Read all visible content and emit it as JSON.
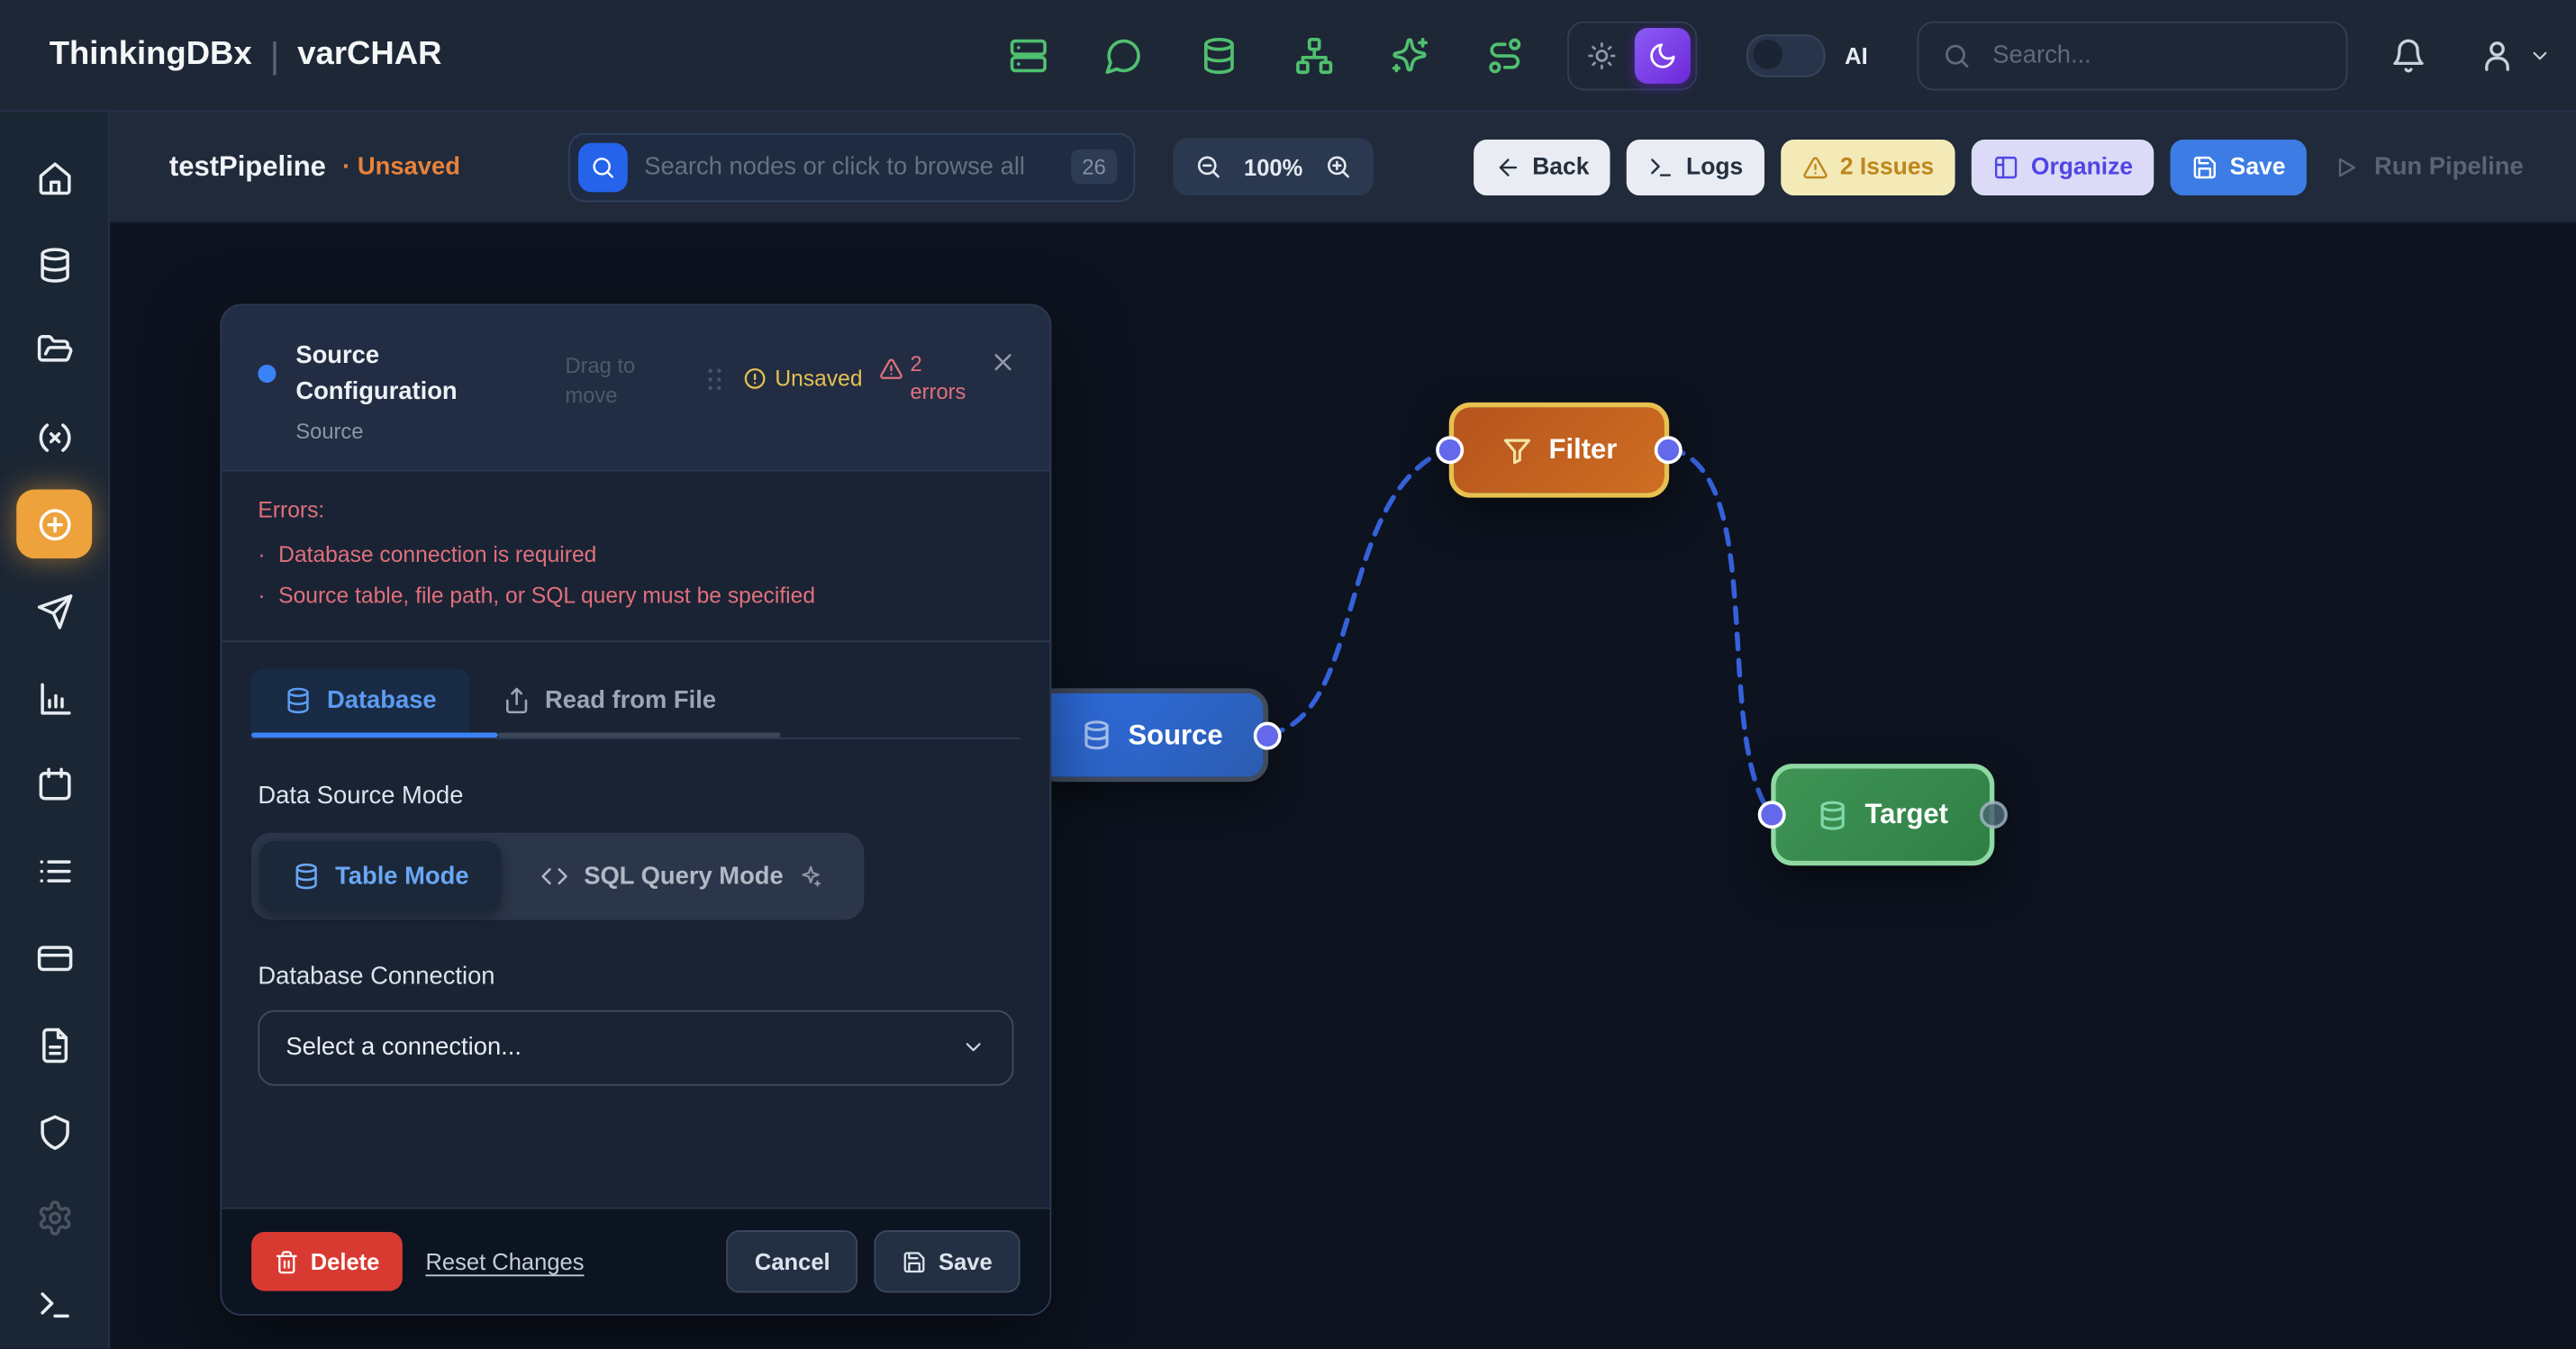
{
  "navbar": {
    "brand": "ThinkingDBx",
    "divider": "|",
    "product": "varCHAR",
    "icons": [
      "server-icon",
      "chat-icon",
      "database-icon",
      "sitemap-icon",
      "sparkles-icon",
      "route-icon"
    ],
    "theme": {
      "light": "sun-icon",
      "dark": "moon-icon",
      "active": "dark"
    },
    "ai_label": "AI",
    "search_placeholder": "Search..."
  },
  "sidebar": {
    "items": [
      "home",
      "database",
      "folder-open",
      "function",
      "add-node",
      "send",
      "chart",
      "calendar",
      "list",
      "card",
      "file",
      "shield",
      "settings",
      "terminal"
    ],
    "active_item": "add-node",
    "active_color": "#eda23b"
  },
  "toolbar": {
    "pipeline_name": "testPipeline",
    "status": "· Unsaved",
    "node_search_placeholder": "Search nodes or click to browse all",
    "node_count_badge": "26",
    "zoom_level": "100%",
    "back_label": "Back",
    "logs_label": "Logs",
    "issues_label": "2 Issues",
    "organize_label": "Organize",
    "save_label": "Save",
    "run_label": "Run Pipeline"
  },
  "panel": {
    "title": "Source Configuration",
    "subtitle": "Source",
    "drag_hint": "Drag to move",
    "unsaved_badge": "Unsaved",
    "error_count_badge": "2 errors",
    "errors_heading": "Errors:",
    "bullet": "·",
    "errors": [
      "Database connection is required",
      "Source table, file path, or SQL query must be specified"
    ],
    "tabs": [
      {
        "label": "Database",
        "active": true
      },
      {
        "label": "Read from File",
        "active": false
      }
    ],
    "mode_label": "Data Source Mode",
    "modes": [
      {
        "label": "Table Mode",
        "active": true
      },
      {
        "label": "SQL Query Mode",
        "active": false
      }
    ],
    "connection_label": "Database Connection",
    "connection_placeholder": "Select a connection...",
    "delete_label": "Delete",
    "reset_label": "Reset Changes",
    "cancel_label": "Cancel",
    "save_label": "Save"
  },
  "canvas": {
    "nodes": [
      {
        "id": "source",
        "label": "Source",
        "color": "#2f6fe4"
      },
      {
        "id": "filter",
        "label": "Filter",
        "color": "#c8651f"
      },
      {
        "id": "target",
        "label": "Target",
        "color": "#3a8b4e"
      }
    ],
    "edges": [
      {
        "from": "source",
        "to": "filter"
      },
      {
        "from": "filter",
        "to": "target"
      }
    ],
    "edge_color": "#3865e6"
  }
}
